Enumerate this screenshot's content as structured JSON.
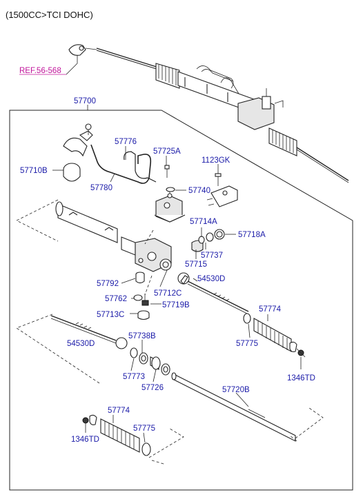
{
  "header": {
    "engine_spec": "(1500CC>TCI DOHC)"
  },
  "reference": {
    "label": "REF.56-568"
  },
  "colors": {
    "label_blue": "#1a1aa8",
    "ref_magenta": "#c0139a",
    "line": "#222222"
  },
  "labels": {
    "p57700": "57700",
    "p57776": "57776",
    "p57725A": "57725A",
    "p1123GK": "1123GK",
    "p57710B": "57710B",
    "p57780": "57780",
    "p57740": "57740",
    "p57714A": "57714A",
    "p57718A": "57718A",
    "p57737": "57737",
    "p57715": "57715",
    "p54530D_r": "54530D",
    "p57792": "57792",
    "p57712C": "57712C",
    "p57762": "57762",
    "p57719B": "57719B",
    "p57713C": "57713C",
    "p57774_r": "57774",
    "p57738B": "57738B",
    "p54530D_l": "54530D",
    "p57775_r": "57775",
    "p57773": "57773",
    "p1346TD_r": "1346TD",
    "p57726": "57726",
    "p57720B": "57720B",
    "p57774_l": "57774",
    "p57775_l": "57775",
    "p1346TD_l": "1346TD"
  }
}
